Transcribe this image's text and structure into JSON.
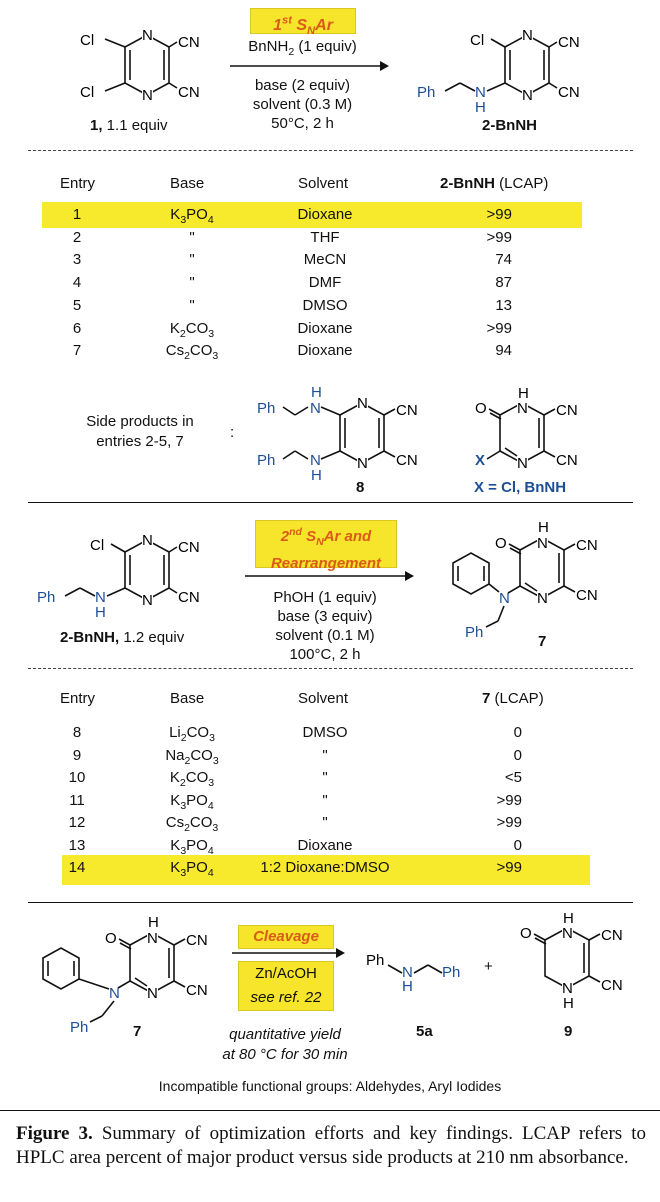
{
  "section1": {
    "reactant": {
      "label_num": "1,",
      "label_rest": " 1.1 equiv",
      "atoms": {
        "cl1": "Cl",
        "cl2": "Cl",
        "n1": "N",
        "n2": "N",
        "cn1": "CN",
        "cn2": "CN"
      }
    },
    "step_title": {
      "pre": "1",
      "sup": "st",
      "mid": " S",
      "sub": "N",
      "post": "Ar"
    },
    "conditions": {
      "reagent_pre": "BnNH",
      "reagent_sub": "2",
      "reagent_post": " (1 equiv)",
      "base": "base (2 equiv)",
      "solvent": "solvent (0.3 M)",
      "temp": "50°C, 2 h"
    },
    "product": {
      "label": "2-BnNH",
      "atoms": {
        "cl": "Cl",
        "n1": "N",
        "n2": "N",
        "cn1": "CN",
        "cn2": "CN",
        "ph": "Ph",
        "nh_n": "N",
        "nh_h": "H"
      }
    },
    "table": {
      "headers": {
        "entry": "Entry",
        "base": "Base",
        "solvent": "Solvent",
        "result_bold": "2-BnNH",
        "result_rest": " (LCAP)"
      },
      "rows": [
        {
          "entry": "1",
          "base": [
            "K",
            "3",
            "PO",
            "4"
          ],
          "solvent": "Dioxane",
          "result": ">99",
          "highlight": true
        },
        {
          "entry": "2",
          "base": [
            "\"",
            "",
            "",
            ""
          ],
          "solvent": "THF",
          "result": ">99"
        },
        {
          "entry": "3",
          "base": [
            "\"",
            "",
            "",
            ""
          ],
          "solvent": "MeCN",
          "result": "74"
        },
        {
          "entry": "4",
          "base": [
            "\"",
            "",
            "",
            ""
          ],
          "solvent": "DMF",
          "result": "87"
        },
        {
          "entry": "5",
          "base": [
            "\"",
            "",
            "",
            ""
          ],
          "solvent": "DMSO",
          "result": "13"
        },
        {
          "entry": "6",
          "base": [
            "K",
            "2",
            "CO",
            "3"
          ],
          "solvent": "Dioxane",
          "result": ">99"
        },
        {
          "entry": "7",
          "base": [
            "Cs",
            "2",
            "CO",
            "3"
          ],
          "solvent": "Dioxane",
          "result": "94"
        }
      ]
    },
    "side_products": {
      "text_line1": "Side products in",
      "text_line2": "entries 2-5, 7",
      "colon": ":",
      "compound8": {
        "label": "8",
        "atoms": {
          "ph1": "Ph",
          "ph2": "Ph",
          "h1": "H",
          "n1": "N",
          "h2": "H",
          "n2": "N",
          "ra": "N",
          "rb": "N",
          "cn1": "CN",
          "cn2": "CN"
        }
      },
      "compoundX": {
        "label": "X = Cl, BnNH",
        "atoms": {
          "o": "O",
          "h": "H",
          "n1": "N",
          "n2": "N",
          "x": "X",
          "cn1": "CN",
          "cn2": "CN"
        }
      }
    }
  },
  "section2": {
    "reactant": {
      "label_bold": "2-BnNH,",
      "label_rest": " 1.2 equiv",
      "atoms": {
        "cl": "Cl",
        "n1": "N",
        "n2": "N",
        "cn1": "CN",
        "cn2": "CN",
        "ph": "Ph",
        "nh_n": "N",
        "nh_h": "H"
      }
    },
    "step_title": {
      "l1_pre": "2",
      "l1_sup": "nd",
      "l1_mid": " S",
      "l1_sub": "N",
      "l1_post": "Ar and",
      "l2": "Rearrangement"
    },
    "conditions": {
      "reagent": "PhOH (1 equiv)",
      "base": "base (3 equiv)",
      "solvent": "solvent (0.1 M)",
      "temp": "100°C, 2 h"
    },
    "product": {
      "label": "7",
      "atoms": {
        "o": "O",
        "h": "H",
        "n1": "N",
        "n2": "N",
        "n3": "N",
        "cn1": "CN",
        "cn2": "CN",
        "ph": "Ph"
      }
    },
    "table": {
      "headers": {
        "entry": "Entry",
        "base": "Base",
        "solvent": "Solvent",
        "result_bold": "7",
        "result_rest": " (LCAP)"
      },
      "rows": [
        {
          "entry": "8",
          "base": [
            "Li",
            "2",
            "CO",
            "3"
          ],
          "solvent": "DMSO",
          "result": "0"
        },
        {
          "entry": "9",
          "base": [
            "Na",
            "2",
            "CO",
            "3"
          ],
          "solvent": "\"",
          "result": "0"
        },
        {
          "entry": "10",
          "base": [
            "K",
            "2",
            "CO",
            "3"
          ],
          "solvent": "\"",
          "result": "<5"
        },
        {
          "entry": "11",
          "base": [
            "K",
            "3",
            "PO",
            "4"
          ],
          "solvent": "\"",
          "result": ">99"
        },
        {
          "entry": "12",
          "base": [
            "Cs",
            "2",
            "CO",
            "3"
          ],
          "solvent": "\"",
          "result": ">99"
        },
        {
          "entry": "13",
          "base": [
            "K",
            "3",
            "PO",
            "4"
          ],
          "solvent": "Dioxane",
          "result": "0"
        },
        {
          "entry": "14",
          "base": [
            "K",
            "3",
            "PO",
            "4"
          ],
          "solvent": "1:2 Dioxane:DMSO",
          "result": ">99",
          "highlight": true
        }
      ]
    }
  },
  "section3": {
    "reactant": {
      "label": "7",
      "atoms": {
        "o": "O",
        "h": "H",
        "n1": "N",
        "n2": "N",
        "n3": "N",
        "cn1": "CN",
        "cn2": "CN",
        "ph": "Ph"
      }
    },
    "step_title": "Cleavage",
    "reagent": "Zn/AcOH",
    "ref": "see ref. 22",
    "yield_line1": "quantitative yield",
    "yield_line2": "at 80 °C for 30 min",
    "product_5a": {
      "label": "5a",
      "atoms": {
        "ph1": "Ph",
        "n": "N",
        "h": "H",
        "ph2": "Ph"
      }
    },
    "plus": "+",
    "product_9": {
      "label": "9",
      "atoms": {
        "o": "O",
        "n1": "N",
        "h1": "H",
        "n2": "N",
        "h2": "H",
        "cn1": "CN",
        "cn2": "CN"
      }
    },
    "incompatible": "Incompatible functional groups: Aldehydes, Aryl Iodides"
  },
  "caption": {
    "label": "Figure 3.",
    "text": " Summary of optimization efforts and key findings. LCAP refers to HPLC area percent of major product versus side products at 210 nm absorbance."
  },
  "colors": {
    "highlight": "#f7ea2c",
    "orange": "#d95b1a",
    "blue": "#1d4f96"
  }
}
